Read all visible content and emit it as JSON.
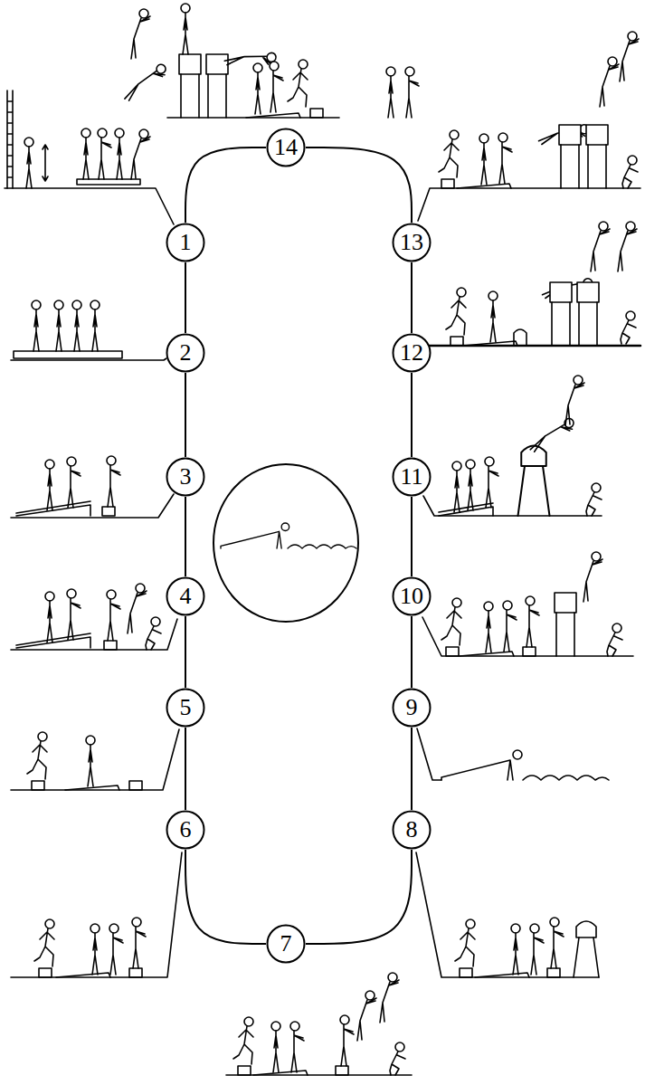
{
  "diagram": {
    "nodes": [
      {
        "text": [
          "1"
        ]
      },
      {
        "text": [
          "2"
        ]
      },
      {
        "text": [
          "3"
        ]
      },
      {
        "text": [
          "4"
        ]
      },
      {
        "text": [
          "5"
        ]
      },
      {
        "text": [
          "6"
        ]
      },
      {
        "text": [
          "7"
        ]
      },
      {
        "text": [
          "8"
        ]
      },
      {
        "text": [
          "9"
        ]
      },
      {
        "text": [
          "10"
        ]
      },
      {
        "text": [
          "11"
        ]
      },
      {
        "text": [
          "12"
        ]
      },
      {
        "text": [
          "13"
        ]
      },
      {
        "text": [
          "14"
        ]
      }
    ],
    "edges": [
      {
        "from": 0,
        "to": 1,
        "arrow": "none"
      },
      {
        "from": 1,
        "to": 2,
        "arrow": "none"
      },
      {
        "from": 2,
        "to": 3,
        "arrow": "none"
      },
      {
        "from": 3,
        "to": 4,
        "arrow": "none"
      },
      {
        "from": 4,
        "to": 5,
        "arrow": "none"
      },
      {
        "from": 5,
        "to": 6,
        "arrow": "none"
      },
      {
        "from": 6,
        "to": 7,
        "arrow": "none"
      },
      {
        "from": 7,
        "to": 8,
        "arrow": "none"
      },
      {
        "from": 8,
        "to": 9,
        "arrow": "none"
      },
      {
        "from": 9,
        "to": 10,
        "arrow": "none"
      },
      {
        "from": 10,
        "to": 11,
        "arrow": "none"
      },
      {
        "from": 11,
        "to": 12,
        "arrow": "none"
      },
      {
        "from": 12,
        "to": 13,
        "arrow": "none"
      },
      {
        "from": 13,
        "to": 0,
        "arrow": "none"
      }
    ]
  }
}
